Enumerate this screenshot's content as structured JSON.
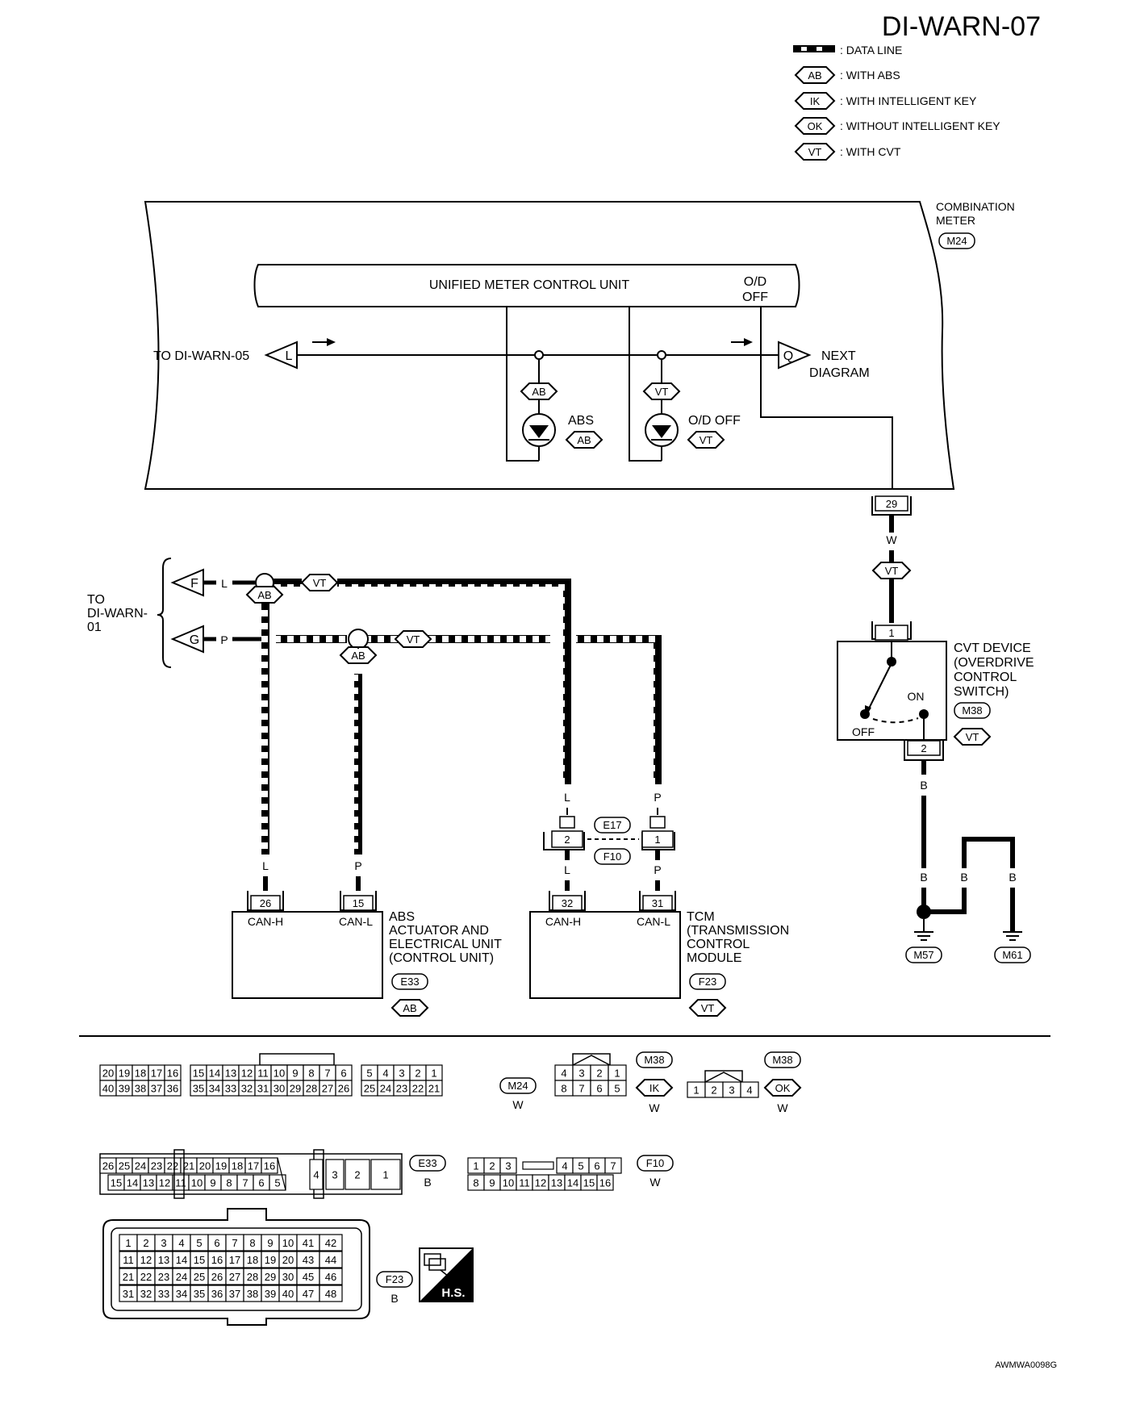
{
  "diagram_id": "DI-WARN-07",
  "legend": {
    "data_line": ": DATA LINE",
    "items": [
      {
        "code": "AB",
        "text": ": WITH ABS"
      },
      {
        "code": "IK",
        "text": ": WITH INTELLIGENT KEY"
      },
      {
        "code": "OK",
        "text": ": WITHOUT INTELLIGENT KEY"
      },
      {
        "code": "VT",
        "text": ": WITH CVT"
      }
    ]
  },
  "combination_meter": {
    "title_line1": "COMBINATION",
    "title_line2": "METER",
    "connector": "M24",
    "unit_label": "UNIFIED METER CONTROL UNIT",
    "od_line1": "O/D",
    "od_line2": "OFF",
    "to_label": "TO DI-WARN-05",
    "to_ref": "L",
    "next_ref": "Q",
    "next_line1": "NEXT",
    "next_line2": "DIAGRAM",
    "lamp_abs": {
      "code": "AB",
      "label": "ABS",
      "code2": "AB"
    },
    "lamp_od": {
      "code": "VT",
      "label": "O/D OFF",
      "code2": "VT"
    },
    "terminal": "29"
  },
  "harness": {
    "wire_w": "W",
    "vt_code": "VT",
    "to_line1": "TO",
    "to_line2": "DI-WARN-",
    "to_line3": "01",
    "ref_f": "F",
    "ref_g": "G",
    "wire_l": "L",
    "wire_p": "P",
    "wire_b": "B",
    "ab_code": "AB"
  },
  "cvt_device": {
    "line1": "CVT DEVICE",
    "line2": "(OVERDRIVE",
    "line3": "CONTROL",
    "line4": "SWITCH)",
    "connector": "M38",
    "code": "VT",
    "terminal1": "1",
    "terminal2": "2",
    "on_label": "ON",
    "off_label": "OFF"
  },
  "grounds": [
    "M57",
    "M61"
  ],
  "joint_connector": {
    "top": "E17",
    "bottom": "F10",
    "left_term": "2",
    "right_term": "1"
  },
  "abs_unit": {
    "line1": "ABS",
    "line2": "ACTUATOR AND",
    "line3": "ELECTRICAL UNIT",
    "line4": "(CONTROL UNIT)",
    "connector": "E33",
    "code": "AB",
    "term_h": "26",
    "term_l": "15",
    "pin_h": "CAN-H",
    "pin_l": "CAN-L"
  },
  "tcm": {
    "line1": "TCM",
    "line2": "(TRANSMISSION",
    "line3": "CONTROL",
    "line4": "MODULE",
    "connector": "F23",
    "code": "VT",
    "term_h": "32",
    "term_l": "31",
    "pin_h": "CAN-H",
    "pin_l": "CAN-L"
  },
  "connector_views": {
    "m24": {
      "id": "M24",
      "color": "W",
      "row1": [
        "20",
        "19",
        "18",
        "17",
        "16",
        "",
        "15",
        "14",
        "13",
        "12",
        "11",
        "10",
        "9",
        "8",
        "7",
        "6",
        "",
        "5",
        "4",
        "3",
        "2",
        "1"
      ],
      "row2": [
        "40",
        "39",
        "38",
        "37",
        "36",
        "",
        "35",
        "34",
        "33",
        "32",
        "31",
        "30",
        "29",
        "28",
        "27",
        "26",
        "",
        "25",
        "24",
        "23",
        "22",
        "21"
      ]
    },
    "m38_ik": {
      "id": "M38",
      "code": "IK",
      "color": "W",
      "row1": [
        "4",
        "3",
        "2",
        "1"
      ],
      "row2": [
        "8",
        "7",
        "6",
        "5"
      ]
    },
    "m38_ok": {
      "id": "M38",
      "code": "OK",
      "color": "W",
      "row1": [
        "1",
        "2",
        "3",
        "4"
      ]
    },
    "e33": {
      "id": "E33",
      "color": "B",
      "row1": [
        "26",
        "25",
        "24",
        "23",
        "22",
        "21",
        "20",
        "19",
        "18",
        "17",
        "16"
      ],
      "row2": [
        "15",
        "14",
        "13",
        "12",
        "11",
        "10",
        "9",
        "8",
        "7",
        "6",
        "5"
      ],
      "big": [
        "4",
        "3",
        "2",
        "1"
      ]
    },
    "f10": {
      "id": "F10",
      "color": "W",
      "row1": [
        "1",
        "2",
        "3",
        "",
        "4",
        "5",
        "6",
        "7"
      ],
      "row2": [
        "8",
        "9",
        "10",
        "11",
        "12",
        "13",
        "14",
        "15",
        "16"
      ]
    },
    "f23": {
      "id": "F23",
      "color": "B",
      "rows": [
        [
          "1",
          "2",
          "3",
          "4",
          "5",
          "6",
          "7",
          "8",
          "9",
          "10",
          "41",
          "42"
        ],
        [
          "11",
          "12",
          "13",
          "14",
          "15",
          "16",
          "17",
          "18",
          "19",
          "20",
          "43",
          "44"
        ],
        [
          "21",
          "22",
          "23",
          "24",
          "25",
          "26",
          "27",
          "28",
          "29",
          "30",
          "45",
          "46"
        ],
        [
          "31",
          "32",
          "33",
          "34",
          "35",
          "36",
          "37",
          "38",
          "39",
          "40",
          "47",
          "48"
        ]
      ]
    },
    "hs_label": "H.S."
  },
  "footer_code": "AWMWA0098G"
}
